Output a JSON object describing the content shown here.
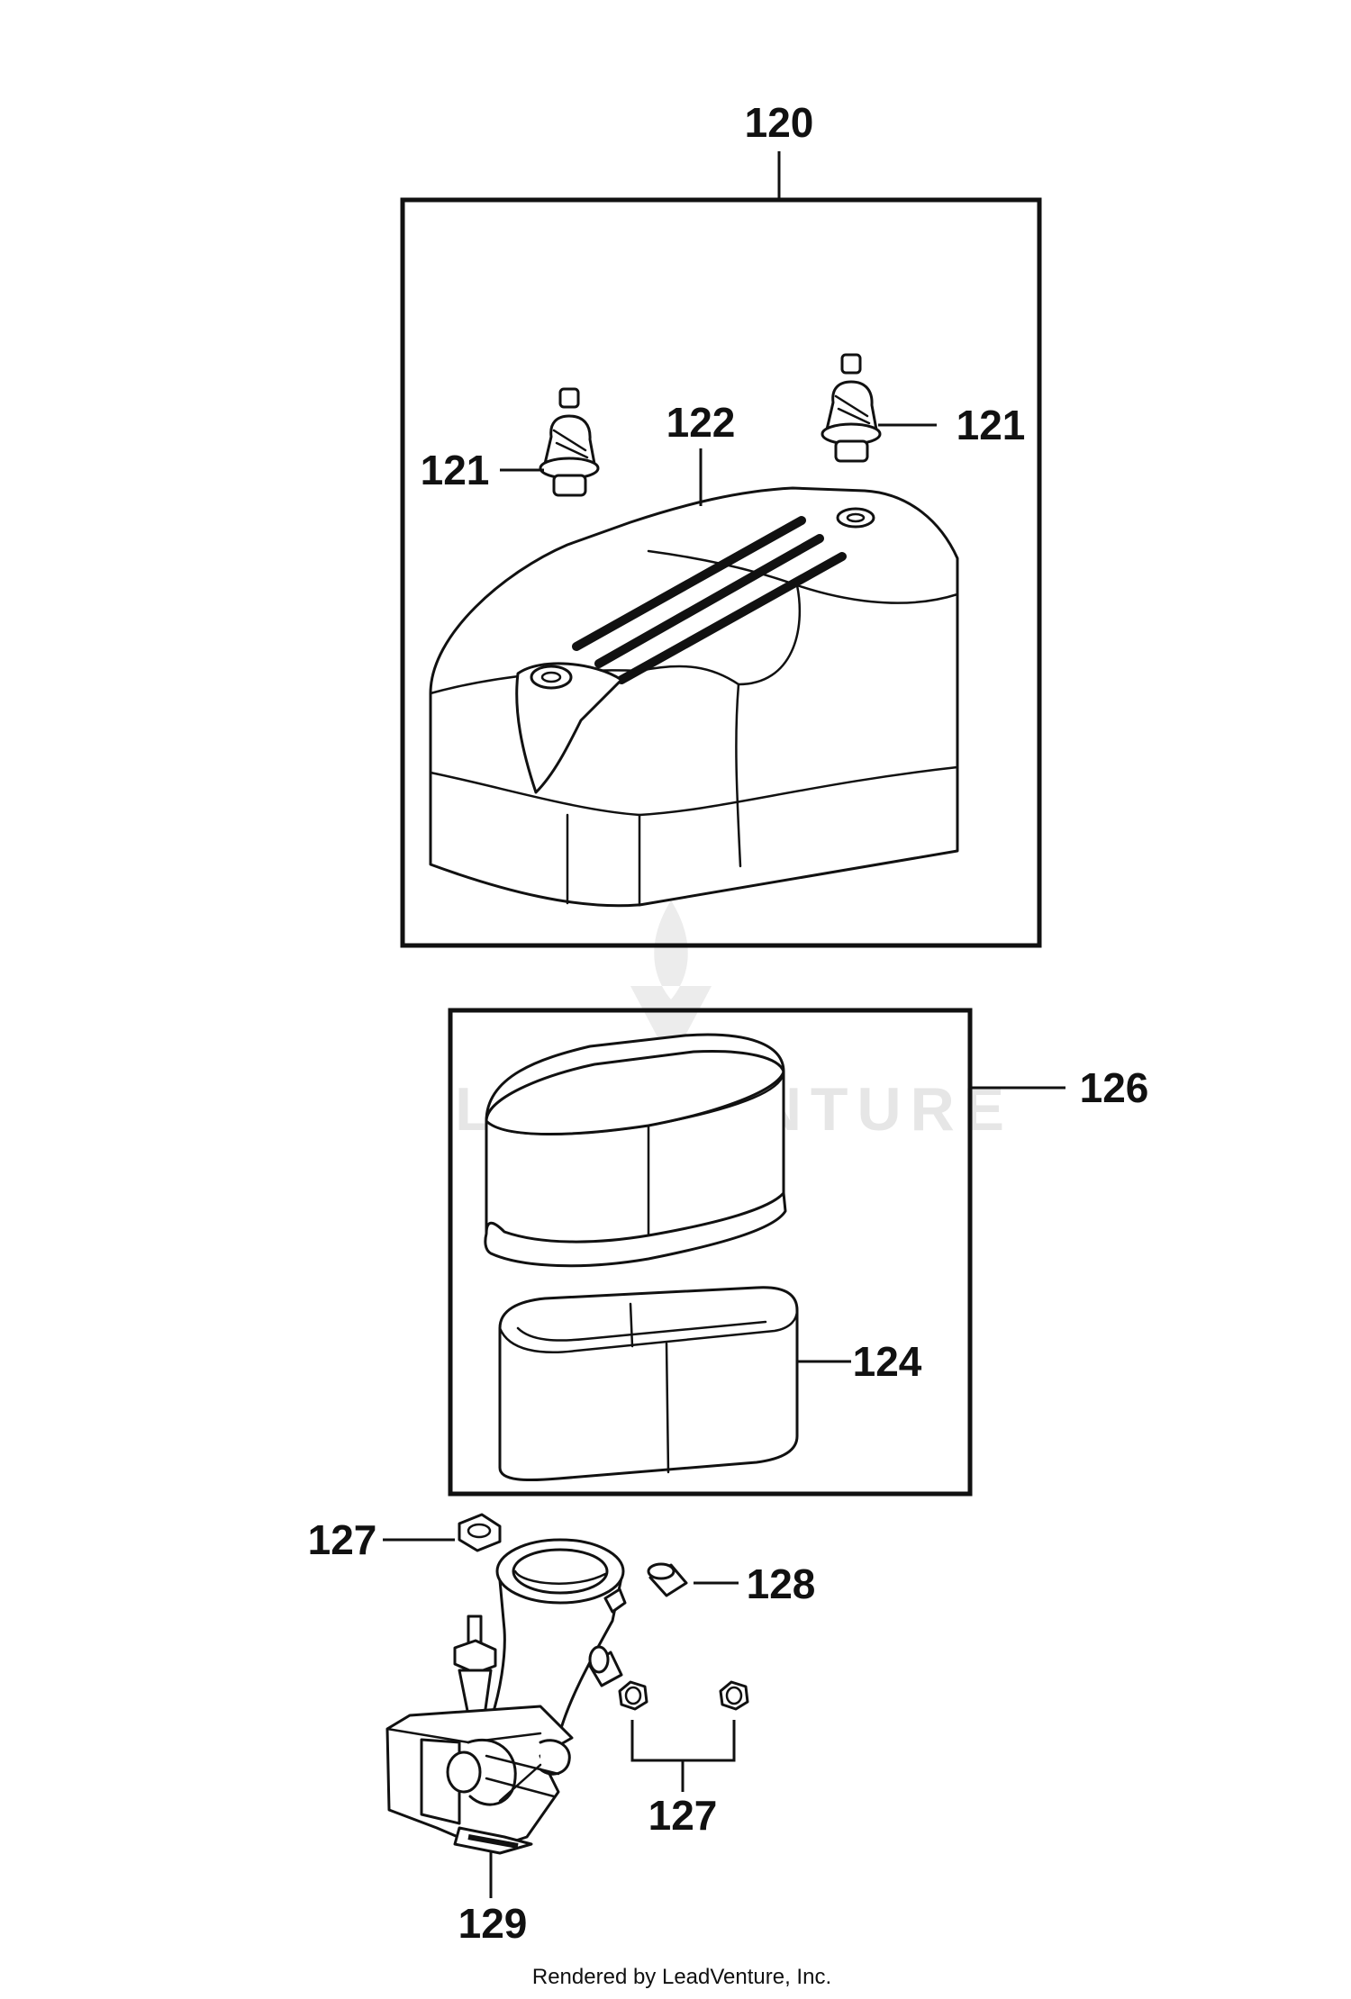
{
  "callouts": {
    "c120": "120",
    "c121_left": "121",
    "c121_right": "121",
    "c122": "122",
    "c126": "126",
    "c124": "124",
    "c127_top": "127",
    "c128": "128",
    "c127_bottom": "127",
    "c129": "129"
  },
  "watermark": "LEADVENTURE",
  "footer": "Rendered by LeadVenture, Inc.",
  "colors": {
    "line": "#111111",
    "background": "#ffffff",
    "watermark": "#e6e6e6"
  }
}
